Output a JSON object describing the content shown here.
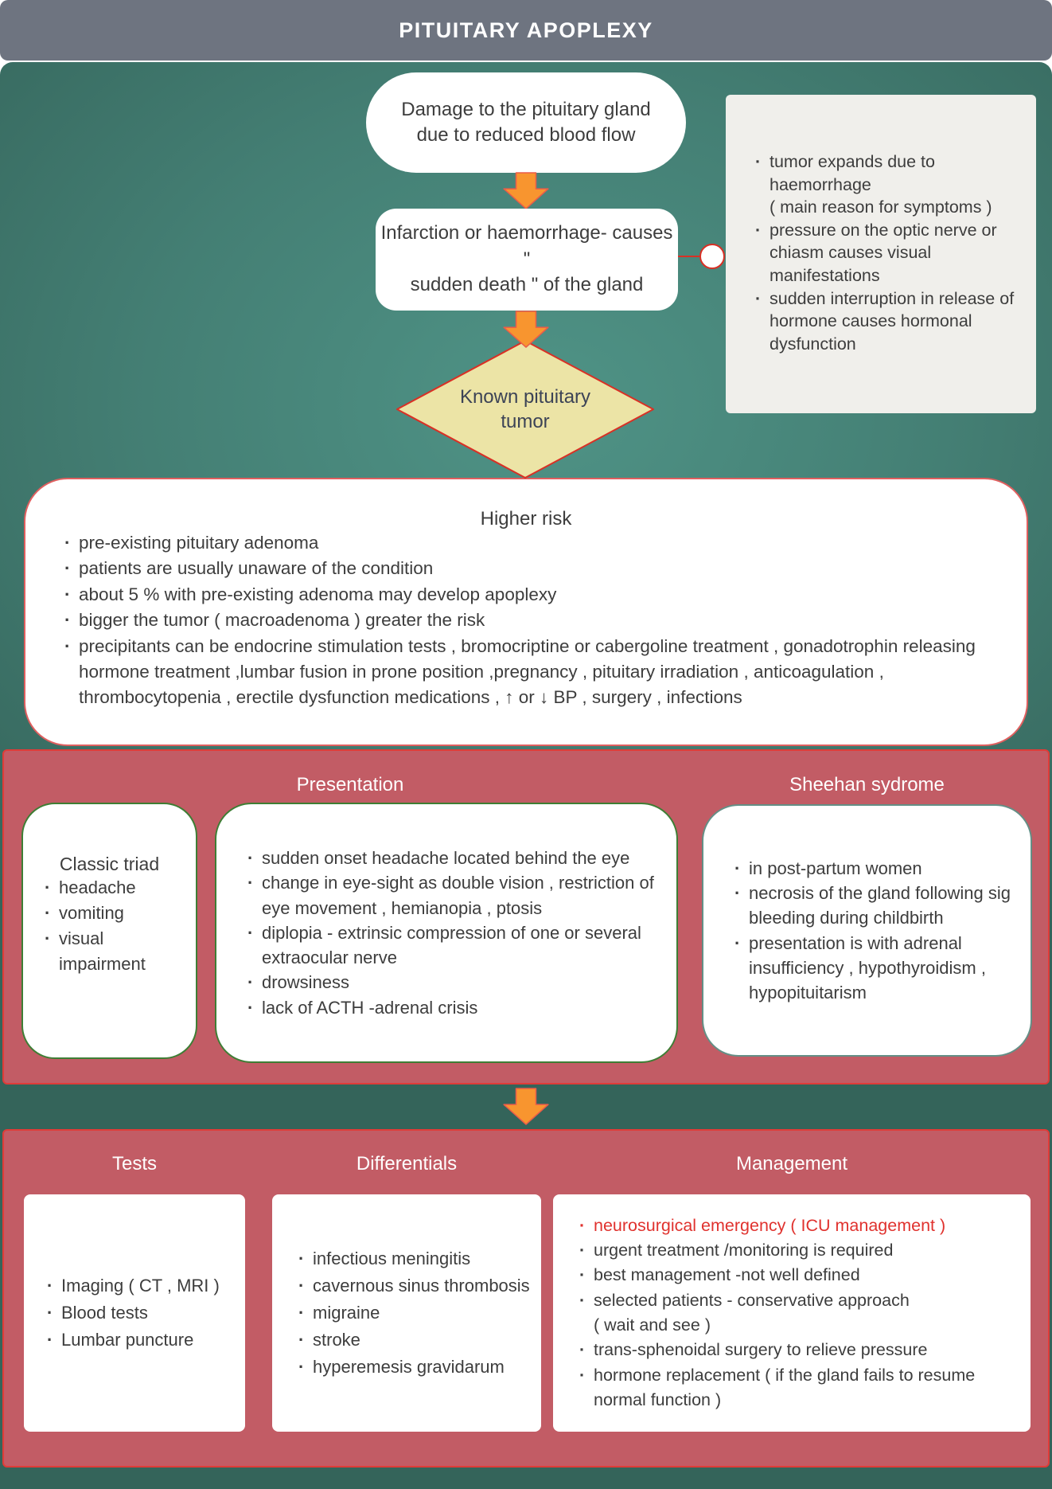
{
  "header": {
    "title": "PITUITARY APOPLEXY"
  },
  "flow": {
    "damage_box": "Damage to the pituitary gland\ndue to reduced blood flow",
    "infarction_box": "Infarction or haemorrhage- causes \"\nsudden death \" of the gland",
    "diamond": "Known pituitary\ntumor"
  },
  "side_note": {
    "items": [
      "tumor expands due to\nhaemorrhage\n( main reason for symptoms )",
      "pressure on the optic nerve or\nchiasm causes visual\nmanifestations",
      "sudden interruption in release of\nhormone causes hormonal\ndysfunction"
    ]
  },
  "higher_risk": {
    "title": "Higher risk",
    "items": [
      "pre-existing pituitary adenoma",
      "patients are usually unaware of the condition",
      "about 5 % with pre-existing adenoma may develop apoplexy",
      "bigger the tumor ( macroadenoma ) greater the risk",
      "precipitants can be endocrine stimulation tests , bromocriptine or cabergoline treatment , gonadotrophin releasing hormone treatment ,lumbar fusion in prone position ,pregnancy , pituitary irradiation , anticoagulation , thrombocytopenia , erectile dysfunction medications , ↑ or ↓ BP , surgery , infections"
    ]
  },
  "presentation": {
    "title": "Presentation",
    "classic_triad": {
      "title": "Classic triad",
      "items": [
        "headache",
        "vomiting",
        "visual impairment"
      ]
    },
    "symptoms": [
      "sudden onset headache located behind the eye",
      "change in eye-sight as double vision , restriction of eye movement , hemianopia , ptosis",
      "diplopia - extrinsic compression of one or several extraocular nerve",
      "drowsiness",
      "lack of ACTH -adrenal crisis"
    ]
  },
  "sheehan": {
    "title": "Sheehan sydrome",
    "items": [
      "in post-partum women",
      "necrosis of the gland following sig bleeding during childbirth",
      "presentation is with adrenal insufficiency , hypothyroidism , hypopituitarism"
    ]
  },
  "tests": {
    "title": "Tests",
    "items": [
      "Imaging ( CT , MRI )",
      "Blood tests",
      "Lumbar puncture"
    ]
  },
  "differentials": {
    "title": "Differentials",
    "items": [
      "infectious meningitis",
      "cavernous sinus thrombosis",
      "migraine",
      "stroke",
      "hyperemesis gravidarum"
    ]
  },
  "management": {
    "title": "Management",
    "items": [
      "neurosurgical emergency ( ICU management )",
      "urgent treatment /monitoring is required",
      "best management -not well defined",
      "selected patients - conservative approach\n( wait and see )",
      "trans-sphenoidal surgery to relieve pressure",
      "hormone replacement ( if the gland fails to resume\nnormal function )"
    ]
  },
  "colors": {
    "header_gray": "#6e7480",
    "teal_background": "#447f74",
    "section_red": "#c25c65",
    "section_border_red": "#df3c38",
    "arrow_orange": "#f8952f",
    "arrow_outline": "#ea5c49",
    "diamond_fill": "#ece4a6",
    "diamond_border": "#d93025",
    "card_border_green": "#3e7e35",
    "card_border_teal": "#648f86",
    "higher_risk_border": "#e05f5f",
    "highlight_text_red": "#e0322e",
    "text_dark": "#3d3d3d"
  }
}
